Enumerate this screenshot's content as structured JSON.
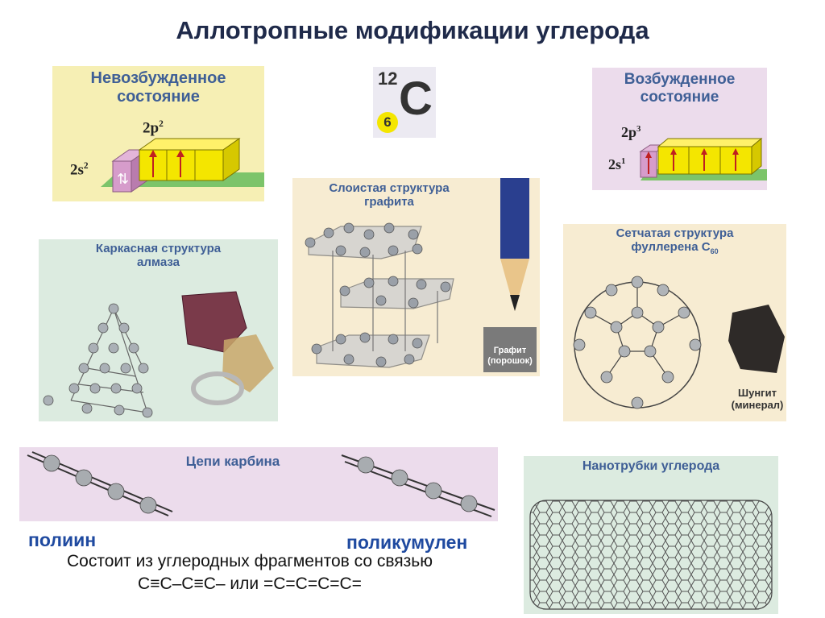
{
  "title": "Аллотропные модификации углерода",
  "element": {
    "mass_number": "12",
    "symbol": "C",
    "atomic_number": "6"
  },
  "ground_state": {
    "title_line1": "Невозбужденное",
    "title_line2": "состояние",
    "p_label": "2p",
    "p_power": "2",
    "s_label": "2s",
    "s_power": "2"
  },
  "excited_state": {
    "title_line1": "Возбужденное",
    "title_line2": "состояние",
    "p_label": "2p",
    "p_power": "3",
    "s_label": "2s",
    "s_power": "1"
  },
  "graphite": {
    "title_line1": "Слоистая структура",
    "title_line2": "графита",
    "caption_line1": "Графит",
    "caption_line2": "(порошок)"
  },
  "diamond": {
    "title_line1": "Каркасная структура",
    "title_line2": "алмаза"
  },
  "fullerene": {
    "title_line1": "Сетчатая структура",
    "title_line2": "фуллерена C",
    "title_sub": "60",
    "caption_line1": "Шунгит",
    "caption_line2": "(минерал)"
  },
  "carbyne": {
    "title": "Цепи карбина",
    "left_label": "полиин",
    "right_label": "поликумулен",
    "desc_line1": "Состоит из углеродных фрагментов со связью",
    "desc_line2": "C≡C–C≡C– или =C=C=C=C="
  },
  "nanotubes": {
    "title": "Нанотрубки углерода"
  },
  "colors": {
    "title": "#1f2a4a",
    "panel_title": "#3f5f96",
    "yellow_panel": "#f6efb4",
    "lilac_panel": "#ecdcec",
    "mint_panel": "#dcebe0",
    "cream_panel": "#f7ecd2",
    "label_blue": "#1f4aa0"
  }
}
